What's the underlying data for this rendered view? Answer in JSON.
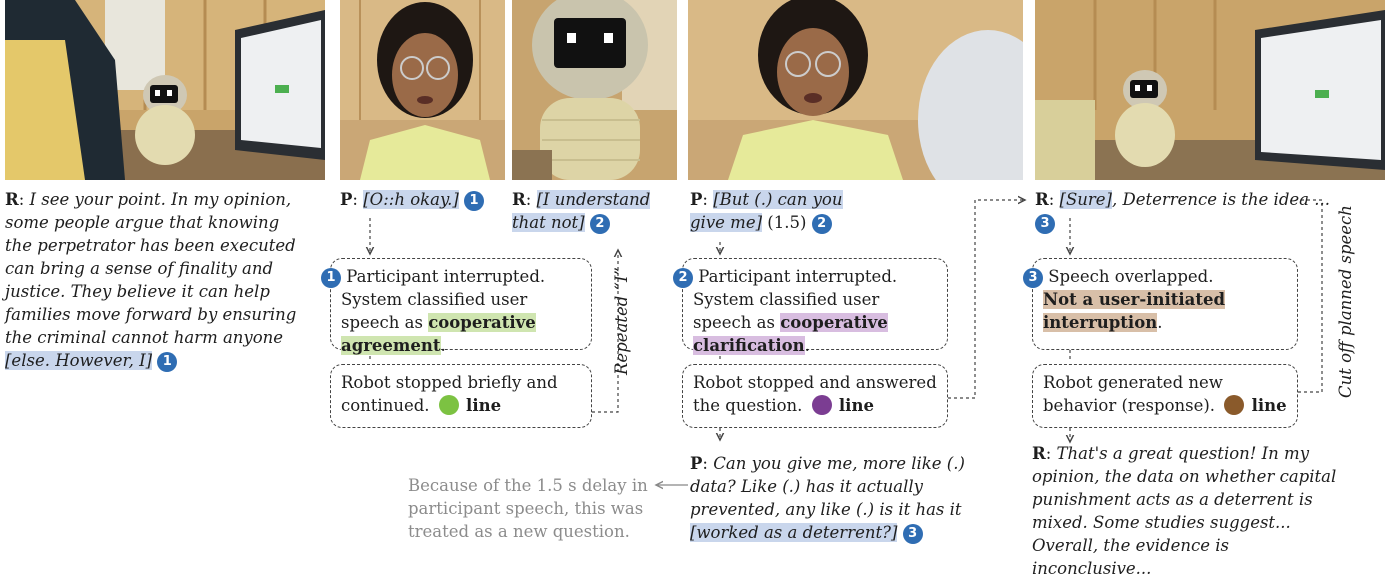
{
  "panel1": {
    "speaker": "R",
    "text_plain": "I see your point. In my opinion, some people argue that knowing the perpetrator has been executed can bring a sense of finality and justice. They believe it can help families move forward by ensuring the criminal cannot harm anyone",
    "text_hl": "[else. However, I]",
    "badge": "1"
  },
  "panel2": {
    "speaker": "P",
    "text_hl": "[O::h okay.]",
    "badge": "1",
    "box1_badge": "1",
    "box1_text": "Participant interrupted. System classified user speech as",
    "box1_label": "cooperative agreement",
    "box2_text": "Robot stopped briefly and continued.",
    "box2_label": "line",
    "side_note": "Repeated “I”"
  },
  "panel3": {
    "speaker": "R",
    "text_hl": "[I understand that not]",
    "badge": "2"
  },
  "panel4": {
    "speaker": "P",
    "text_hl": "[But (.) can you give me]",
    "pause": "(1.5)",
    "badge": "2",
    "box1_badge": "2",
    "box1_text": "Participant interrupted. System classified user speech as",
    "box1_label": "cooperative clarification",
    "box2_text": "Robot stopped and answered the question.",
    "box2_label": "line",
    "followup_speaker": "P",
    "followup_plain": "Can you give me, more like (.) data? Like (.) has it actually prevented, any like (.) is it has it",
    "followup_hl": "[worked as a deterrent?]",
    "followup_badge": "3",
    "note": "Because of the 1.5 s delay in participant speech, this was treated as a new question."
  },
  "panel5": {
    "speaker": "R",
    "text_hl": "[Sure]",
    "text_plain": ", Deterrence is the idea ...",
    "badge": "3",
    "box1_badge": "3",
    "box1_text": "Speech overlapped.",
    "box1_label": "Not a user-initiated interruption",
    "box2_text": "Robot generated new behavior (response).",
    "box2_label": "line",
    "side_note": "Cut off planned speech",
    "response_speaker": "R",
    "response_text": "That's a great question! In my opinion, the data on whether capital punishment acts as a deterrent is mixed. Some studies suggest... Overall, the evidence is inconclusive..."
  },
  "colors": {
    "badge": "#2f6db3",
    "highlight": "#c9d6ec",
    "agreement": "#cfe5b0",
    "clarification": "#d8bde0",
    "overlap": "#d8bfa8",
    "dot_green": "#7cc242",
    "dot_purple": "#7b3d92",
    "dot_brown": "#8a5a2b"
  }
}
